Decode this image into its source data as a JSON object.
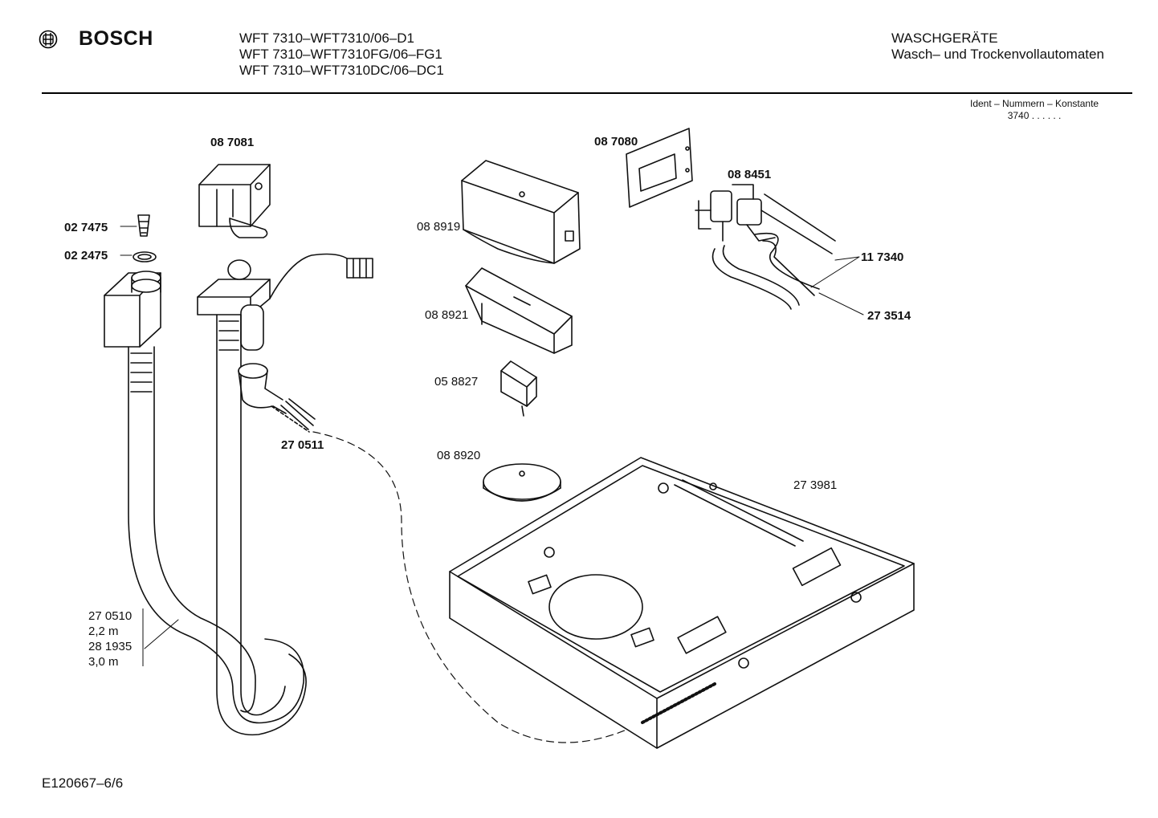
{
  "header": {
    "brand": "BOSCH",
    "models": [
      "WFT 7310–WFT7310/06–D1",
      "WFT 7310–WFT7310FG/06–FG1",
      "WFT 7310–WFT7310DC/06–DC1"
    ],
    "category_title": "WASCHGERÄTE",
    "category_subtitle": "Wasch– und Trockenvollautomaten",
    "ident_label": "Ident – Nummern – Konstante",
    "ident_value": "3740 . . . . . ."
  },
  "parts": {
    "p087081": "08 7081",
    "p027475": "02 7475",
    "p022475": "02 2475",
    "p270511": "27 0511",
    "p087080": "08 7080",
    "p088451": "08 8451",
    "p088919": "08 8919",
    "p088921": "08 8921",
    "p058827": "05 8827",
    "p088920": "08 8920",
    "p117340": "11 7340",
    "p273514": "27 3514",
    "p273981": "27 3981"
  },
  "hose_spec": [
    "27 0510",
    "2,2 m",
    "28 1935",
    "3,0 m"
  ],
  "footer": {
    "doc_id": "E120667–6/6"
  },
  "icons": {
    "brand_logo": "bosch-armature-icon"
  }
}
